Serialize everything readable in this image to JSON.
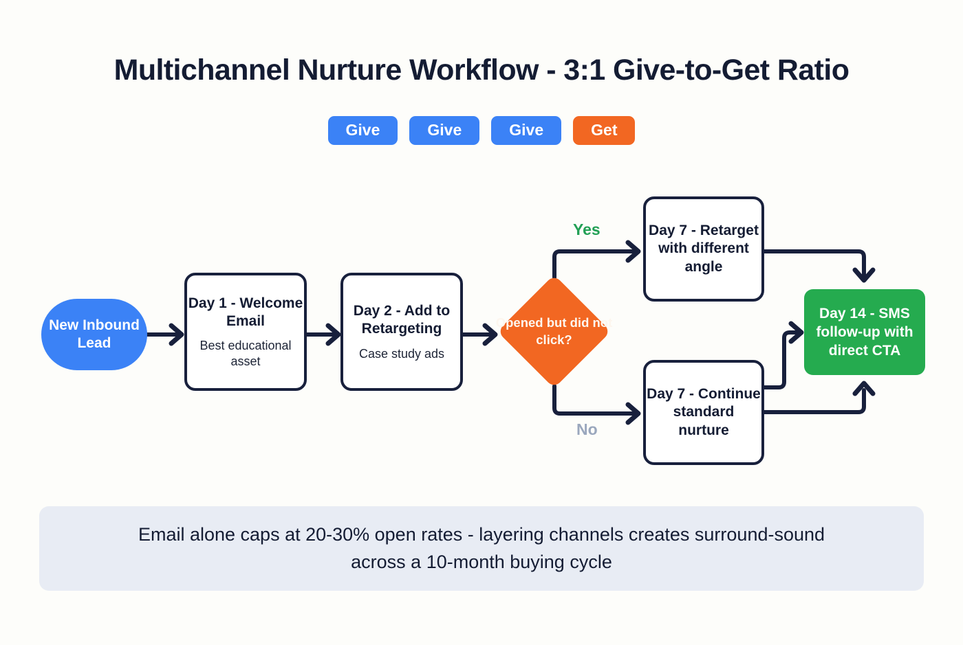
{
  "header": {
    "title": "Multichannel Nurture Workflow - 3:1 Give-to-Get Ratio",
    "pills": [
      {
        "label": "Give",
        "color": "#3b82f6"
      },
      {
        "label": "Give",
        "color": "#3b82f6"
      },
      {
        "label": "Give",
        "color": "#3b82f6"
      },
      {
        "label": "Get",
        "color": "#f26722"
      }
    ]
  },
  "flow": {
    "start": {
      "label": "New Inbound Lead",
      "color": "#3b82f6"
    },
    "step1": {
      "title": "Day 1 - Welcome Email",
      "subtitle": "Best educational asset"
    },
    "step2": {
      "title": "Day 2 - Add to Retargeting",
      "subtitle": "Case study ads"
    },
    "decision": {
      "label": "Opened but did not click?",
      "color": "#f26722"
    },
    "branch_yes": {
      "label": "Yes",
      "color": "#22a055"
    },
    "branch_no": {
      "label": "No",
      "color": "#9aa7bd"
    },
    "yes_step": {
      "title": "Day 7 - Retarget with different angle"
    },
    "no_step": {
      "title": "Day 7 - Continue standard nurture"
    },
    "end": {
      "title": "Day 14 - SMS follow-up with direct CTA",
      "color": "#25ab4f"
    }
  },
  "footer": {
    "caption": "Email alone caps at 20-30% open rates - layering channels creates surround-sound across a 10-month buying cycle"
  }
}
